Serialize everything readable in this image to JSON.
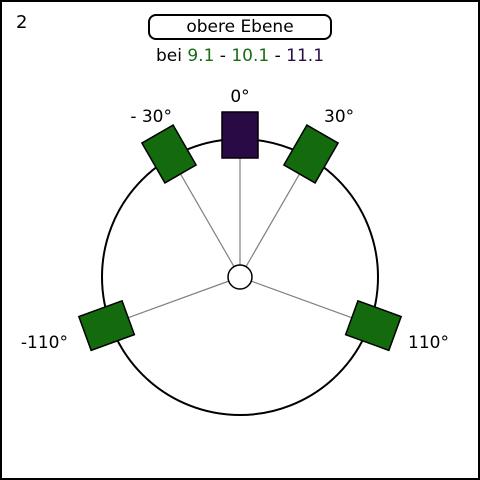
{
  "corner_number": "2",
  "title": "obere Ebene",
  "subtitle": {
    "prefix": "bei ",
    "part1": "9.1",
    "sep1": " - ",
    "part2": "10.1",
    "sep2": " - ",
    "part3": "11.1",
    "colors": {
      "part1": "#1a6b14",
      "part2": "#1a6b14",
      "part3": "#2a0e4a"
    }
  },
  "colors": {
    "speaker_green": "#136b0e",
    "speaker_purple": "#2a0a45",
    "line_gray": "#808080",
    "circle": "#000000"
  },
  "speakers": [
    {
      "label": "0°",
      "angle_deg": 0,
      "color_key": "speaker_purple"
    },
    {
      "label": "30°",
      "angle_deg": 30,
      "color_key": "speaker_green"
    },
    {
      "label": "- 30°",
      "angle_deg": -30,
      "color_key": "speaker_green"
    },
    {
      "label": "110°",
      "angle_deg": 110,
      "color_key": "speaker_green"
    },
    {
      "label": "-110°",
      "angle_deg": -110,
      "color_key": "speaker_green"
    }
  ]
}
